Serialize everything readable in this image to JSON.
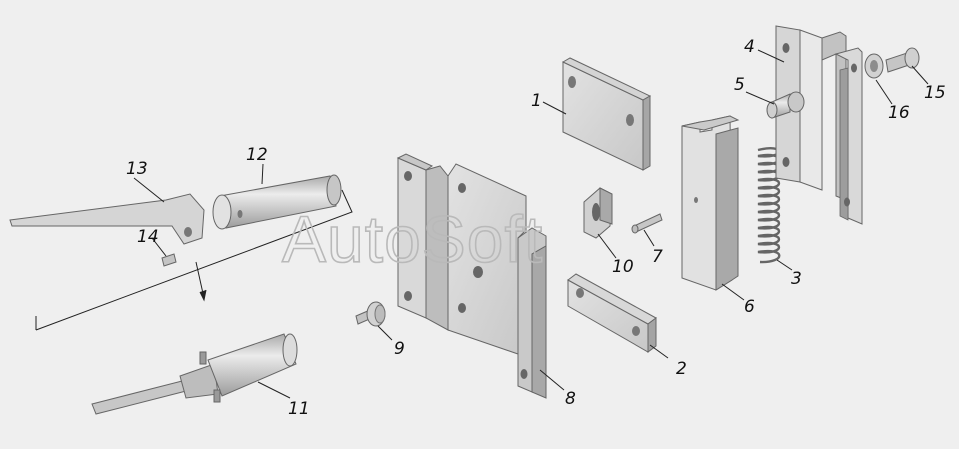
{
  "watermark": "AutoSoft",
  "callouts": [
    {
      "id": "c1",
      "label": "1"
    },
    {
      "id": "c2",
      "label": "2"
    },
    {
      "id": "c3",
      "label": "3"
    },
    {
      "id": "c4",
      "label": "4"
    },
    {
      "id": "c5",
      "label": "5"
    },
    {
      "id": "c6",
      "label": "6"
    },
    {
      "id": "c7",
      "label": "7"
    },
    {
      "id": "c8",
      "label": "8"
    },
    {
      "id": "c9",
      "label": "9"
    },
    {
      "id": "c10",
      "label": "10"
    },
    {
      "id": "c11",
      "label": "11"
    },
    {
      "id": "c12",
      "label": "12"
    },
    {
      "id": "c13",
      "label": "13"
    },
    {
      "id": "c14",
      "label": "14"
    },
    {
      "id": "c15",
      "label": "15"
    },
    {
      "id": "c16",
      "label": "16"
    }
  ],
  "colors": {
    "background": "#efefef",
    "metal_light": "#dadada",
    "metal_mid": "#c4c4c4",
    "metal_dark": "#9a9a9a",
    "outline": "#555555"
  }
}
